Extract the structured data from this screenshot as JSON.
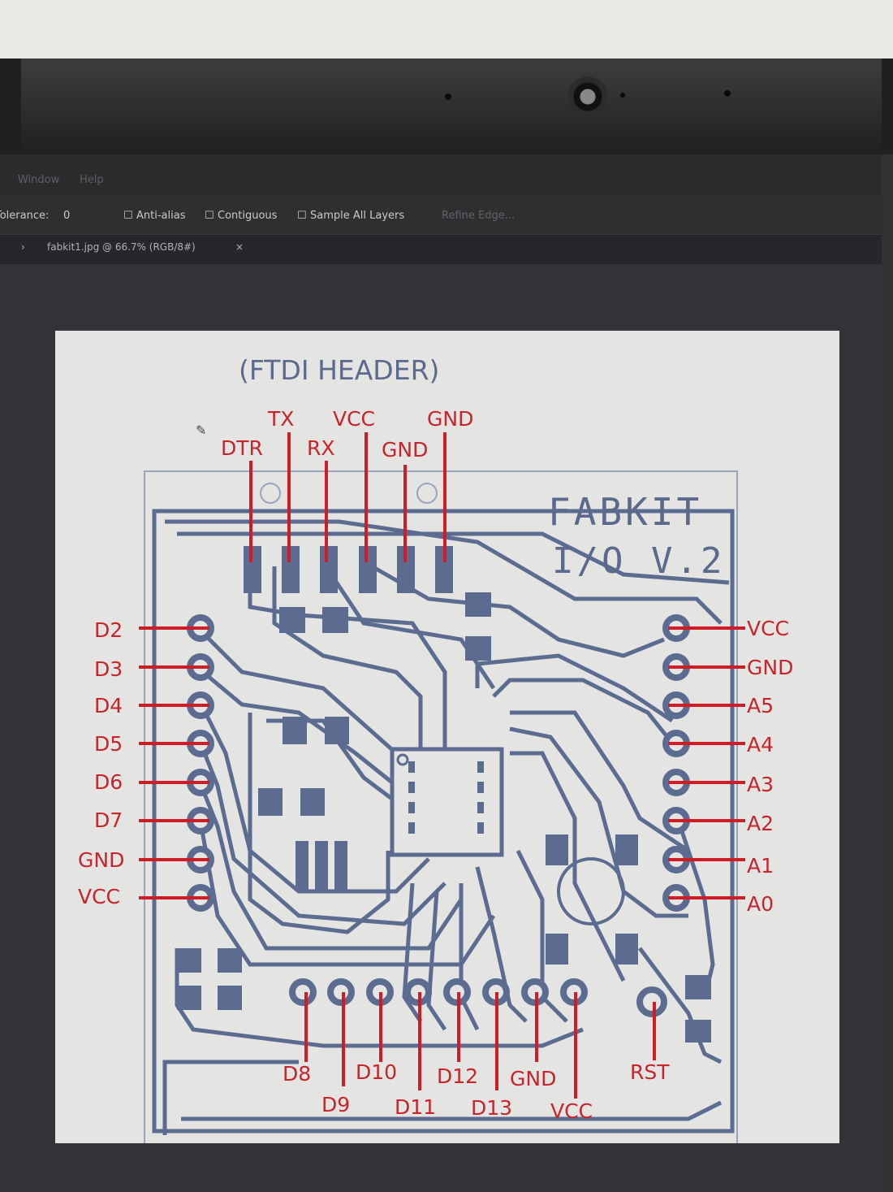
{
  "colors": {
    "trace": "#5c6c90",
    "pin_line": "#cf1d26",
    "board": "#e4e4e2"
  },
  "menu": {
    "items": [
      "Window",
      "Help"
    ]
  },
  "options": {
    "tolerance_label": "Tolerance:",
    "tolerance_value": "0",
    "anti_alias": "Anti-alias",
    "contiguous": "Contiguous",
    "sample_all_layers": "Sample All Layers",
    "refine_edge": "Refine Edge..."
  },
  "tab": {
    "title": "fabkit1.jpg @ 66.7% (RGB/8#)",
    "close": "×"
  },
  "board": {
    "header_title": "(FTDI HEADER)",
    "name": "FABKIT",
    "version": "I/O V.2",
    "ftdi_pins": [
      "DTR",
      "TX",
      "RX",
      "VCC",
      "GND",
      "GND"
    ],
    "left_pins": [
      "D2",
      "D3",
      "D4",
      "D5",
      "D6",
      "D7",
      "GND",
      "VCC"
    ],
    "right_pins": [
      "VCC",
      "GND",
      "A5",
      "A4",
      "A3",
      "A2",
      "A1",
      "A0"
    ],
    "bottom_pins": [
      "D8",
      "D9",
      "D10",
      "D11",
      "D12",
      "D13",
      "GND",
      "VCC"
    ],
    "reset_pin": "RST"
  }
}
